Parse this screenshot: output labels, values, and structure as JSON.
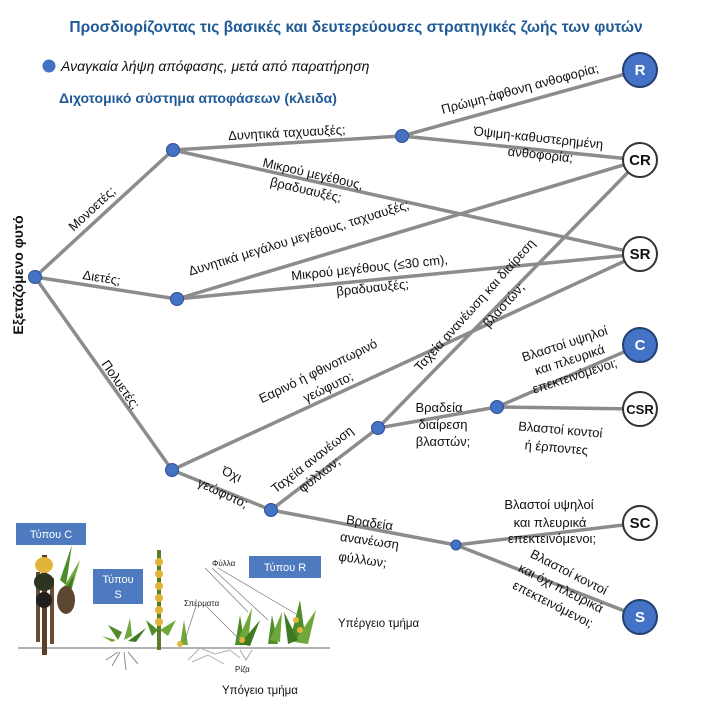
{
  "header": {
    "title": "Προσδιορίζοντας τις βασικές και δευτερεύουσες στρατηγικές ζωής των φυτών",
    "legend": "Αναγκαία λήψη απόφασης, μετά από παρατήρηση",
    "subtitle": "Διχοτομικό σύστημα αποφάσεων (κλειδα)"
  },
  "side_label": "Εξεταζόμενο φυτό",
  "colors": {
    "node": "#4472c4",
    "line": "#8c8c8c",
    "title": "#1f5a96",
    "badge": "#4e7bbf"
  },
  "branches": {
    "monoetes": "Μονοετές;",
    "dietes": "Διετές;",
    "polyetes": "Πολυετές;"
  },
  "labels": {
    "dynamika_taxyauxes": "Δυνητικά ταχυαυξές;",
    "mikrou_1": "Μικρού μεγέθους,",
    "mikrou_2": "βραδυαυξές;",
    "proimi": "Πρώιμη-άφθονη ανθοφορία;",
    "opsimi_1": "Όψιμη-καθυστερημένη",
    "opsimi_2": "ανθοφορία;",
    "dynamika_megalou": "Δυνητικά μεγάλου μεγέθους, ταχυαυξές;",
    "mikrou30_1": "Μικρού μεγέθους (≤30 cm),",
    "mikrou30_2": "βραδυαυξές;",
    "earino_1": "Εαρινό ή φθινοπωρινό",
    "earino_2": "γεώφυτο;",
    "taxeia_blaston_1": "Ταχεία ανανέωση και διαίρεση",
    "taxeia_blaston_2": "βλαστών;",
    "ochi_1": "Όχι",
    "ochi_2": "γεώφυτο;",
    "taxeia_fyllon_1": "Ταχεία ανανέωση",
    "taxeia_fyllon_2": "φύλλων;",
    "bradeia_diairesi_1": "Βραδεία",
    "bradeia_diairesi_2": "διαίρεση",
    "bradeia_diairesi_3": "βλαστών;",
    "blastoi_ypsiloi_1": "Βλαστοί υψηλοί",
    "blastoi_ypsiloi_2": "και πλευρικά",
    "blastoi_ypsiloi_3": "επεκτεινόμενοι;",
    "blastoi_kontoi_1": "Βλαστοί κοντοί",
    "blastoi_kontoi_2": "ή έρποντες",
    "bradeia_fyllon_1": "Βραδεία",
    "bradeia_fyllon_2": "ανανέωση",
    "bradeia_fyllon_3": "φύλλων;",
    "sc_ypsiloi_1": "Βλαστοί υψηλοί",
    "sc_ypsiloi_2": "και πλευρικά",
    "sc_ypsiloi_3": "επεκτεινόμενοι;",
    "s_kontoi_1": "Βλαστοί κοντοί",
    "s_kontoi_2": "και όχι πλευρικά",
    "s_kontoi_3": "επεκτεινόμενοι;"
  },
  "endpoints": {
    "R": "R",
    "CR": "CR",
    "SR": "SR",
    "C": "C",
    "CSR": "CSR",
    "SC": "SC",
    "S": "S"
  },
  "illustration": {
    "type_c": "Τύπου C",
    "type_s_1": "Τύπου",
    "type_s_2": "S",
    "type_r": "Τύπου R",
    "fylla": "Φύλλα",
    "spermata": "Σπέρματα",
    "riza": "Ρίζα",
    "ypergeio": "Υπέργειο τμήμα",
    "ypogeio": "Υπόγειο τμήμα"
  }
}
